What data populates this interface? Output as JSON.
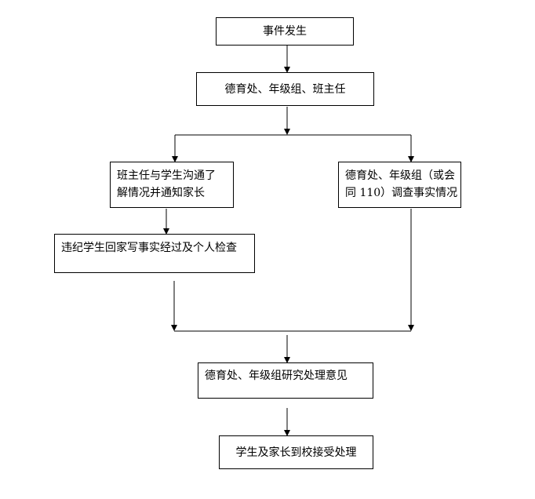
{
  "nodes": {
    "event": "事件发生",
    "dept": "德育处、年级组、班主任",
    "teacher_line1": "班主任与学生沟通了",
    "teacher_line2": "解情况并通知家长",
    "investigate_line1": "德育处、年级组（或会",
    "investigate_line2": "同 110）调查事实情况",
    "student_write": "违纪学生回家写事实经过及个人检查",
    "research": "德育处、年级组研究处理意见",
    "handle": "学生及家长到校接受处理"
  },
  "colors": {
    "line": "#000000",
    "background": "#ffffff"
  }
}
